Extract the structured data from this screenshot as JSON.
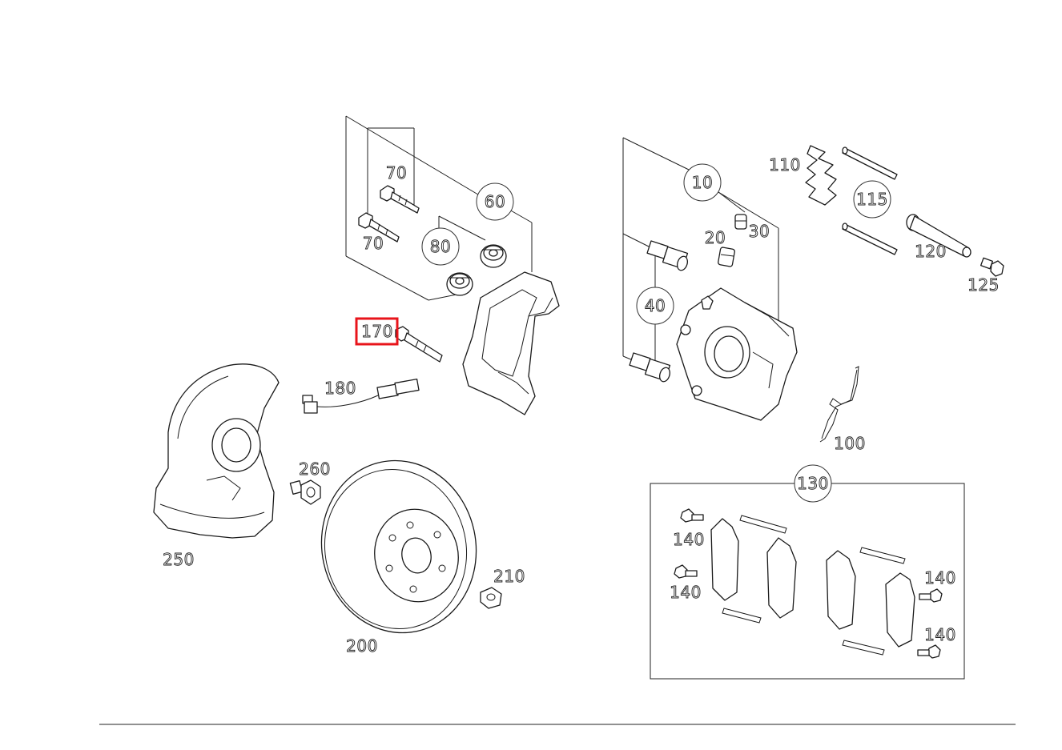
{
  "callouts": {
    "c10": "10",
    "c20": "20",
    "c30": "30",
    "c40": "40",
    "c60": "60",
    "c70a": "70",
    "c70b": "70",
    "c80": "80",
    "c100": "100",
    "c110": "110",
    "c115": "115",
    "c120": "120",
    "c125": "125",
    "c130": "130",
    "c140a": "140",
    "c140b": "140",
    "c140c": "140",
    "c140d": "140",
    "c170": "170",
    "c180": "180",
    "c200": "200",
    "c210": "210",
    "c250": "250",
    "c260": "260"
  },
  "selected_callout": "170",
  "colors": {
    "highlight": "#e8141b",
    "line": "#1a1a1a"
  }
}
